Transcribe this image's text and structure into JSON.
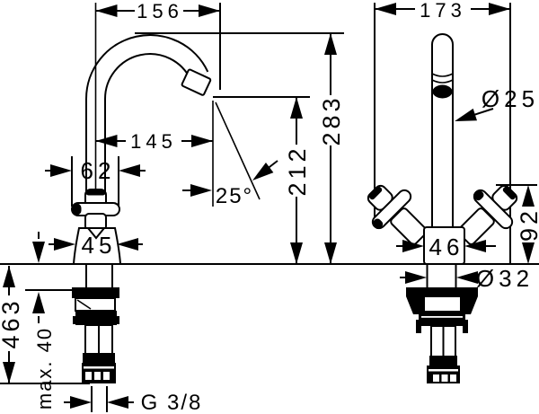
{
  "drawing": {
    "title": "faucet-technical-drawing",
    "colors": {
      "line": "#000000",
      "background": "#ffffff"
    },
    "dimensions": {
      "spout_reach_overall": "156",
      "overall_width_front": "173",
      "height_above_deck": "283",
      "outlet_height": "212",
      "spout_reach": "145",
      "handle_width": "62",
      "spout_angle": "25°",
      "spout_pipe_diameter": "Ø25",
      "handle_height": "92",
      "base_width_side": "45",
      "base_width_front": "46",
      "shank_diameter": "Ø32",
      "overall_height": "463",
      "max_deck_thickness": "max. 40",
      "thread_size": "G 3/8"
    }
  }
}
